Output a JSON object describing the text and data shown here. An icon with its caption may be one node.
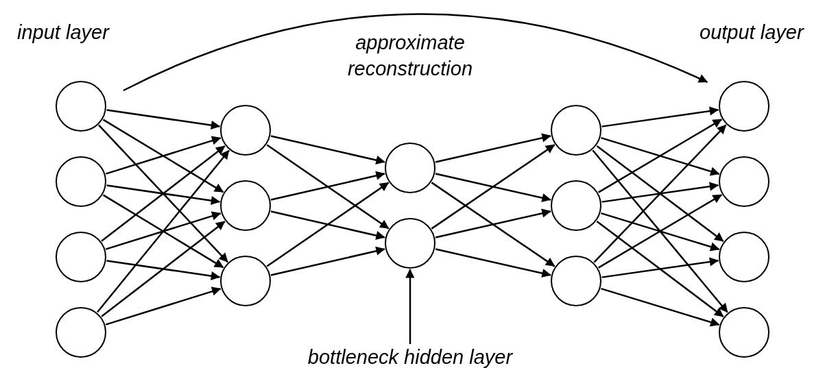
{
  "diagram": {
    "nodes": [
      {
        "text": [],
        "shape": "circle"
      },
      {
        "text": [],
        "shape": "circle"
      },
      {
        "text": [],
        "shape": "circle"
      },
      {
        "text": [],
        "shape": "circle"
      },
      {
        "text": [],
        "shape": "circle"
      },
      {
        "text": [],
        "shape": "circle"
      },
      {
        "text": [],
        "shape": "circle"
      },
      {
        "text": [],
        "shape": "circle"
      },
      {
        "text": [],
        "shape": "circle"
      },
      {
        "text": [],
        "shape": "circle"
      },
      {
        "text": [],
        "shape": "circle"
      },
      {
        "text": [],
        "shape": "circle"
      },
      {
        "text": [],
        "shape": "circle"
      },
      {
        "text": [],
        "shape": "circle"
      },
      {
        "text": [],
        "shape": "circle"
      },
      {
        "text": [],
        "shape": "circle"
      },
      {
        "text": [
          "bottleneck hidden layer"
        ]
      }
    ],
    "edges": [
      {
        "from": 0,
        "to": 12,
        "arrow": "to",
        "label": "approximate reconstruction"
      },
      {
        "from": 16,
        "to": 8,
        "arrow": "to"
      },
      {
        "from": 0,
        "to": 4,
        "arrow": "to"
      },
      {
        "from": 0,
        "to": 5,
        "arrow": "to"
      },
      {
        "from": 0,
        "to": 6,
        "arrow": "to"
      },
      {
        "from": 1,
        "to": 4,
        "arrow": "to"
      },
      {
        "from": 1,
        "to": 5,
        "arrow": "to"
      },
      {
        "from": 1,
        "to": 6,
        "arrow": "to"
      },
      {
        "from": 2,
        "to": 4,
        "arrow": "to"
      },
      {
        "from": 2,
        "to": 5,
        "arrow": "to"
      },
      {
        "from": 2,
        "to": 6,
        "arrow": "to"
      },
      {
        "from": 3,
        "to": 4,
        "arrow": "to"
      },
      {
        "from": 3,
        "to": 5,
        "arrow": "to"
      },
      {
        "from": 3,
        "to": 6,
        "arrow": "to"
      },
      {
        "from": 4,
        "to": 7,
        "arrow": "to"
      },
      {
        "from": 4,
        "to": 8,
        "arrow": "to"
      },
      {
        "from": 5,
        "to": 7,
        "arrow": "to"
      },
      {
        "from": 5,
        "to": 8,
        "arrow": "to"
      },
      {
        "from": 6,
        "to": 7,
        "arrow": "to"
      },
      {
        "from": 6,
        "to": 8,
        "arrow": "to"
      },
      {
        "from": 7,
        "to": 9,
        "arrow": "to"
      },
      {
        "from": 7,
        "to": 10,
        "arrow": "to"
      },
      {
        "from": 7,
        "to": 11,
        "arrow": "to"
      },
      {
        "from": 8,
        "to": 9,
        "arrow": "to"
      },
      {
        "from": 8,
        "to": 10,
        "arrow": "to"
      },
      {
        "from": 8,
        "to": 11,
        "arrow": "to"
      },
      {
        "from": 9,
        "to": 12,
        "arrow": "to"
      },
      {
        "from": 9,
        "to": 13,
        "arrow": "to"
      },
      {
        "from": 9,
        "to": 14,
        "arrow": "to"
      },
      {
        "from": 9,
        "to": 15,
        "arrow": "to"
      },
      {
        "from": 10,
        "to": 12,
        "arrow": "to"
      },
      {
        "from": 10,
        "to": 13,
        "arrow": "to"
      },
      {
        "from": 10,
        "to": 14,
        "arrow": "to"
      },
      {
        "from": 10,
        "to": 15,
        "arrow": "to"
      },
      {
        "from": 11,
        "to": 12,
        "arrow": "to"
      },
      {
        "from": 11,
        "to": 13,
        "arrow": "to"
      },
      {
        "from": 11,
        "to": 14,
        "arrow": "to"
      },
      {
        "from": 11,
        "to": 15,
        "arrow": "to"
      }
    ],
    "labels": [
      "input layer",
      "output layer"
    ]
  }
}
